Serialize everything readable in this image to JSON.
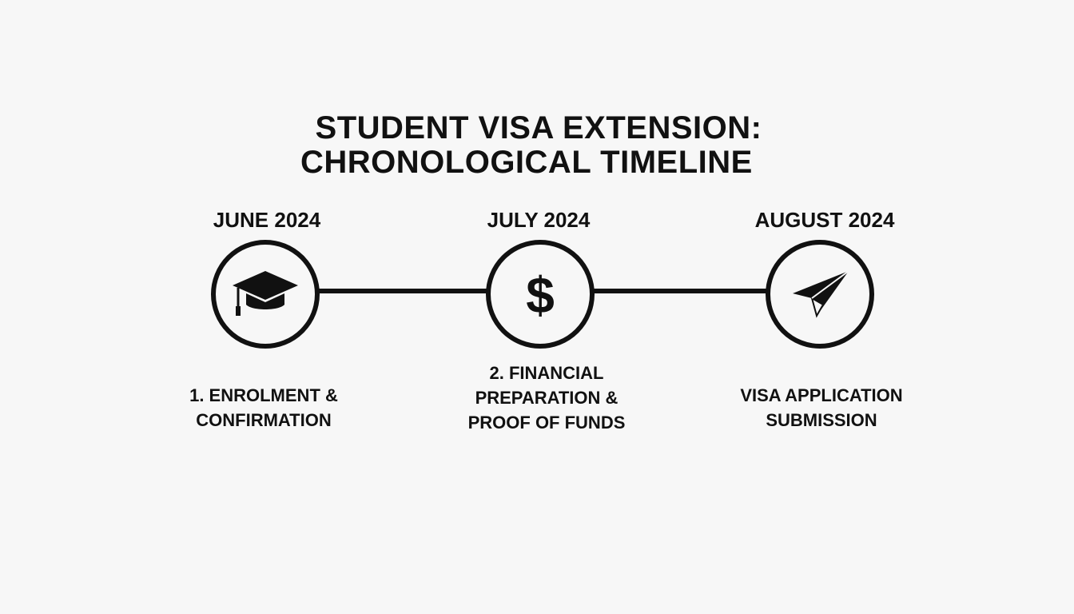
{
  "title": {
    "line1": "STUDENT VISA EXTENSION:",
    "line2": "CHRONOLOGICAL TIMELINE"
  },
  "milestones": [
    {
      "date": "JUNE 2024",
      "icon": "graduation-cap-icon",
      "label_lines": [
        "1. ENROLMENT &",
        "CONFIRMATION"
      ]
    },
    {
      "date": "JULY 2024",
      "icon": "dollar-sign-icon",
      "icon_text": "$",
      "label_lines": [
        "2. FINANCIAL",
        "PREPARATION &",
        "PROOF OF FUNDS"
      ]
    },
    {
      "date": "AUGUST 2024",
      "icon": "paper-plane-icon",
      "label_lines": [
        "VISA APPLICATION",
        "SUBMISSION"
      ]
    }
  ],
  "colors": {
    "background": "#f7f7f7",
    "ink": "#111111"
  }
}
